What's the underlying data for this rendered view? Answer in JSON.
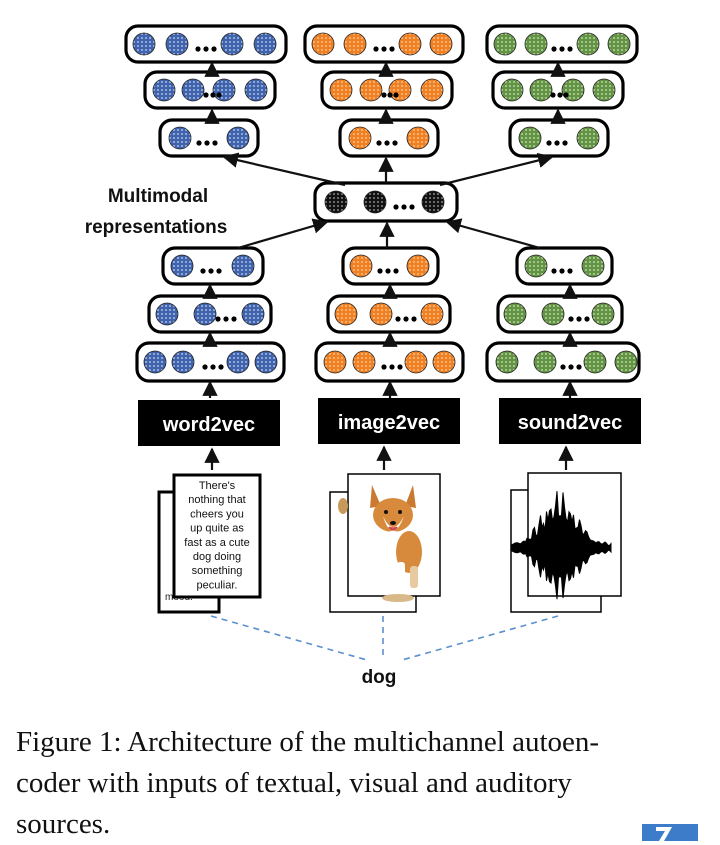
{
  "diagram": {
    "multimodal_label_line1": "Multimodal",
    "multimodal_label_line2": "representations",
    "encoders": {
      "text": "word2vec",
      "image": "image2vec",
      "sound": "sound2vec"
    },
    "text_card_lines": [
      "There's",
      "nothing that",
      "cheers you",
      "up quite as",
      "fast as a cute",
      "dog doing",
      "something",
      "peculiar."
    ],
    "back_card_fragments": [
      "mood."
    ],
    "concept_label": "dog",
    "colors": {
      "text_channel": "#4a6fb5",
      "image_channel": "#f5882a",
      "sound_channel": "#6ea04c",
      "shared": "#1a1a1a",
      "dashed_link": "#5b8fd0"
    },
    "icons": [
      "corgi-photo",
      "waveform"
    ]
  },
  "caption": {
    "line1": "Figure 1: Architecture of the multichannel autoen-",
    "line2": "coder with inputs of textual, visual and auditory",
    "line3": "sources."
  }
}
